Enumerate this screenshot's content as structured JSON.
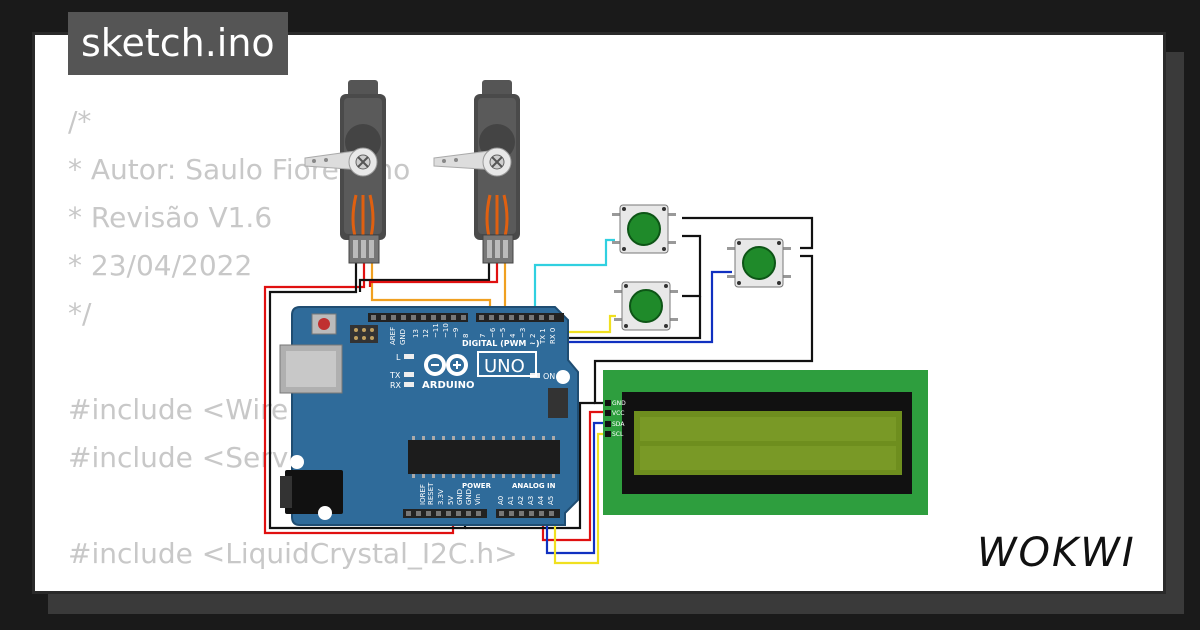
{
  "title": "sketch.ino",
  "code_lines": [
    "/*",
    "* Autor: Saulo Fiorentino",
    "* Revisão V1.6",
    "* 23/04/2022",
    "*/",
    "",
    "#include <Wire.h>",
    "#include <Servo.h>",
    "",
    "#include <LiquidCrystal_I2C.h>"
  ],
  "board": {
    "brand": "ARDUINO",
    "model": "UNO",
    "label_digital": "DIGITAL (PWM ~)",
    "label_power": "POWER",
    "label_analog": "ANALOG IN",
    "label_on": "ON",
    "label_l": "L",
    "label_tx": "TX",
    "label_rx": "RX",
    "digital_pins": [
      "AREF",
      "GND",
      "13",
      "12",
      "~11",
      "~10",
      "~9",
      "8",
      "7",
      "~6",
      "~5",
      "4",
      "~3",
      "2",
      "TX 1",
      "RX 0"
    ],
    "power_pins": [
      "IOREF",
      "RESET",
      "3.3V",
      "5V",
      "GND",
      "GND",
      "Vin"
    ],
    "analog_pins": [
      "A0",
      "A1",
      "A2",
      "A3",
      "A4",
      "A5"
    ]
  },
  "lcd": {
    "pins": [
      "GND",
      "VCC",
      "SDA",
      "SCL"
    ]
  },
  "logo": "WOKWI",
  "colors": {
    "background": "#1a1a1a",
    "board": "#2f6b9a",
    "lcd_pcb": "#2e9e3e",
    "lcd_screen": "#6e8e1e",
    "button": "#1f8a2a",
    "wire_red": "#e01010",
    "wire_black": "#111111",
    "wire_orange": "#f0a020",
    "wire_cyan": "#30d0e0",
    "wire_yellow": "#f0e020",
    "wire_blue": "#1030c0"
  },
  "icons": [
    "servo-icon",
    "pushbutton-icon",
    "lcd-icon",
    "arduino-uno-icon",
    "wokwi-logo-icon"
  ]
}
